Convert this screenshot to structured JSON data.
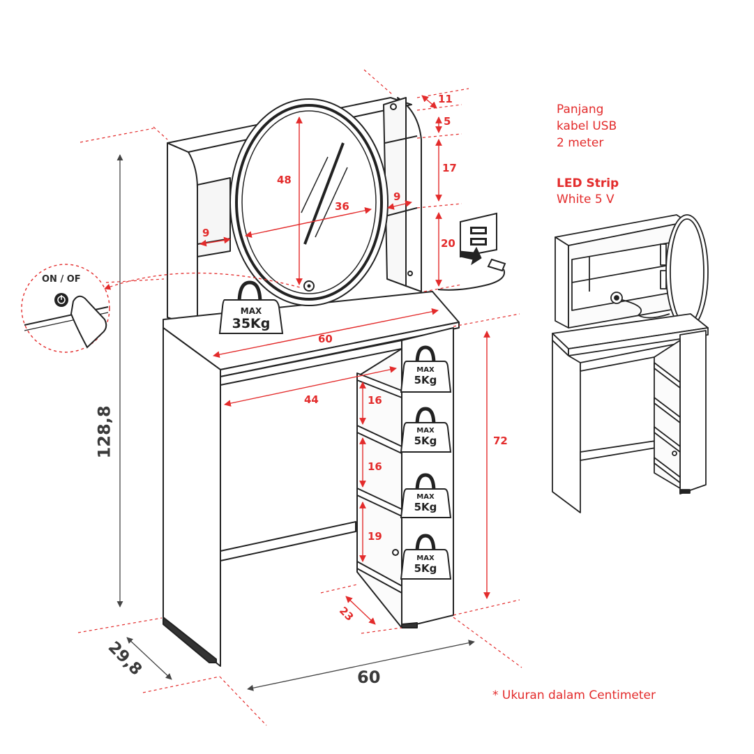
{
  "info": {
    "usb_line1": "Panjang",
    "usb_line2": "kabel USB",
    "usb_line3": "2 meter",
    "led_title": "LED Strip",
    "led_sub": "White 5 V",
    "footnote": "* Ukuran dalam Centimeter"
  },
  "switch_label": "ON / OF",
  "weights": {
    "top": {
      "max": "MAX",
      "value": "35Kg"
    },
    "shelf": {
      "max": "MAX",
      "value": "5Kg"
    }
  },
  "dimensions": {
    "total_height": "128,8",
    "depth": "29,8",
    "width_bottom": "60",
    "table_width": "60",
    "inner_width": "44",
    "mirror_height": "48",
    "mirror_width": "36",
    "shelf_top": "11",
    "shelf_gap": "5",
    "shelf_mid": "17",
    "shelf_low": "20",
    "side_shelf_left": "9",
    "side_shelf_right": "9",
    "table_height": "72",
    "rack_1": "16",
    "rack_2": "16",
    "rack_3": "19",
    "rack_depth": "23"
  },
  "colors": {
    "accent": "#e32b2b",
    "line": "#222222",
    "dimension_dark": "#3a3a3a"
  }
}
